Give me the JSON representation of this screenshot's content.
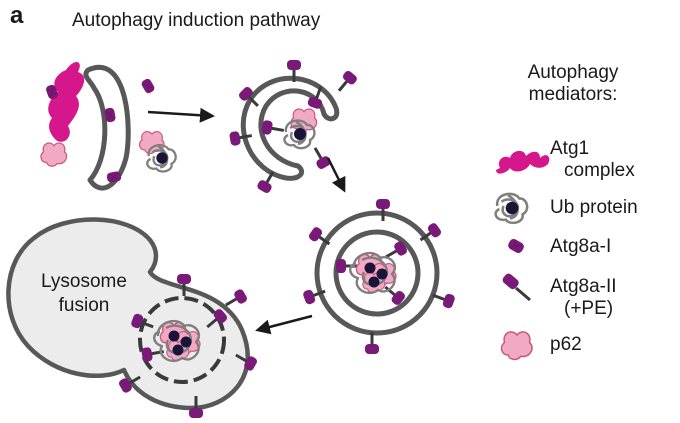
{
  "figure": {
    "panel_label": "a",
    "title": "Autophagy induction pathway",
    "lysosome_label_line1": "Lysosome",
    "lysosome_label_line2": "fusion"
  },
  "legend": {
    "title_line1": "Autophagy",
    "title_line2": "mediators:",
    "items": [
      {
        "line1": "Atg1",
        "line2": "complex",
        "icon": "atg1-complex-icon"
      },
      {
        "line1": "Ub protein",
        "line2": "",
        "icon": "ub-protein-icon"
      },
      {
        "line1": "Atg8a-I",
        "line2": "",
        "icon": "atg8a-i-icon"
      },
      {
        "line1": "Atg8a-II",
        "line2": "(+PE)",
        "icon": "atg8a-ii-icon"
      },
      {
        "line1": "p62",
        "line2": "",
        "icon": "p62-icon"
      }
    ]
  },
  "colors": {
    "atg1": "#d6178c",
    "atg8": "#7a1a78",
    "p62_fill": "#f2a9c4",
    "p62_stroke": "#c8587e",
    "ub_strand": "#7f7f7f",
    "ub_core": "#1a1538",
    "membrane": "#585858",
    "lysosome_fill": "#ececec"
  }
}
